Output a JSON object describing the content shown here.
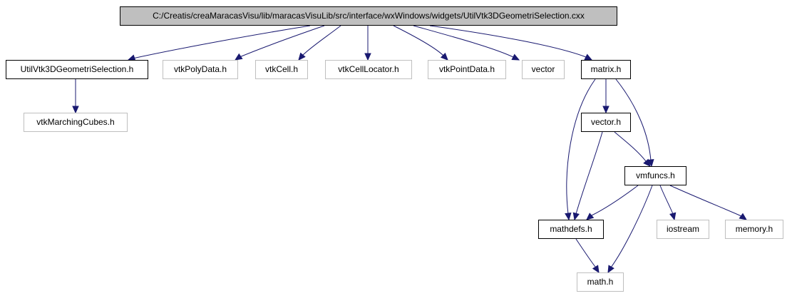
{
  "colors": {
    "edge": "#191970",
    "root_fill": "#bfbfbf",
    "internal_border": "#000000",
    "external_border": "#bfbfbf"
  },
  "nodes": {
    "root": {
      "label": "C:/Creatis/creaMaracasVisu/lib/maracasVisuLib/src/interface/wxWindows/widgets/UtilVtk3DGeometriSelection.cxx",
      "kind": "root"
    },
    "util_header": {
      "label": "UtilVtk3DGeometriSelection.h",
      "kind": "internal"
    },
    "vtk_polydata": {
      "label": "vtkPolyData.h",
      "kind": "external"
    },
    "vtk_cell": {
      "label": "vtkCell.h",
      "kind": "external"
    },
    "vtk_cell_locator": {
      "label": "vtkCellLocator.h",
      "kind": "external"
    },
    "vtk_point_data": {
      "label": "vtkPointData.h",
      "kind": "external"
    },
    "vector_std": {
      "label": "vector",
      "kind": "external"
    },
    "matrix_h": {
      "label": "matrix.h",
      "kind": "internal"
    },
    "vtk_marching_cubes": {
      "label": "vtkMarchingCubes.h",
      "kind": "external"
    },
    "vector_h": {
      "label": "vector.h",
      "kind": "internal"
    },
    "vmfuncs_h": {
      "label": "vmfuncs.h",
      "kind": "internal"
    },
    "mathdefs_h": {
      "label": "mathdefs.h",
      "kind": "internal"
    },
    "iostream": {
      "label": "iostream",
      "kind": "external"
    },
    "memory_h": {
      "label": "memory.h",
      "kind": "external"
    },
    "math_h": {
      "label": "math.h",
      "kind": "external"
    }
  },
  "edges": [
    {
      "from": "root",
      "to": "util_header"
    },
    {
      "from": "root",
      "to": "vtk_polydata"
    },
    {
      "from": "root",
      "to": "vtk_cell"
    },
    {
      "from": "root",
      "to": "vtk_cell_locator"
    },
    {
      "from": "root",
      "to": "vtk_point_data"
    },
    {
      "from": "root",
      "to": "vector_std"
    },
    {
      "from": "root",
      "to": "matrix_h"
    },
    {
      "from": "util_header",
      "to": "vtk_marching_cubes"
    },
    {
      "from": "matrix_h",
      "to": "vector_h"
    },
    {
      "from": "matrix_h",
      "to": "mathdefs_h"
    },
    {
      "from": "matrix_h",
      "to": "vmfuncs_h"
    },
    {
      "from": "vector_h",
      "to": "vmfuncs_h"
    },
    {
      "from": "vector_h",
      "to": "mathdefs_h"
    },
    {
      "from": "vmfuncs_h",
      "to": "mathdefs_h"
    },
    {
      "from": "vmfuncs_h",
      "to": "iostream"
    },
    {
      "from": "vmfuncs_h",
      "to": "memory_h"
    },
    {
      "from": "vmfuncs_h",
      "to": "math_h"
    },
    {
      "from": "mathdefs_h",
      "to": "math_h"
    }
  ]
}
